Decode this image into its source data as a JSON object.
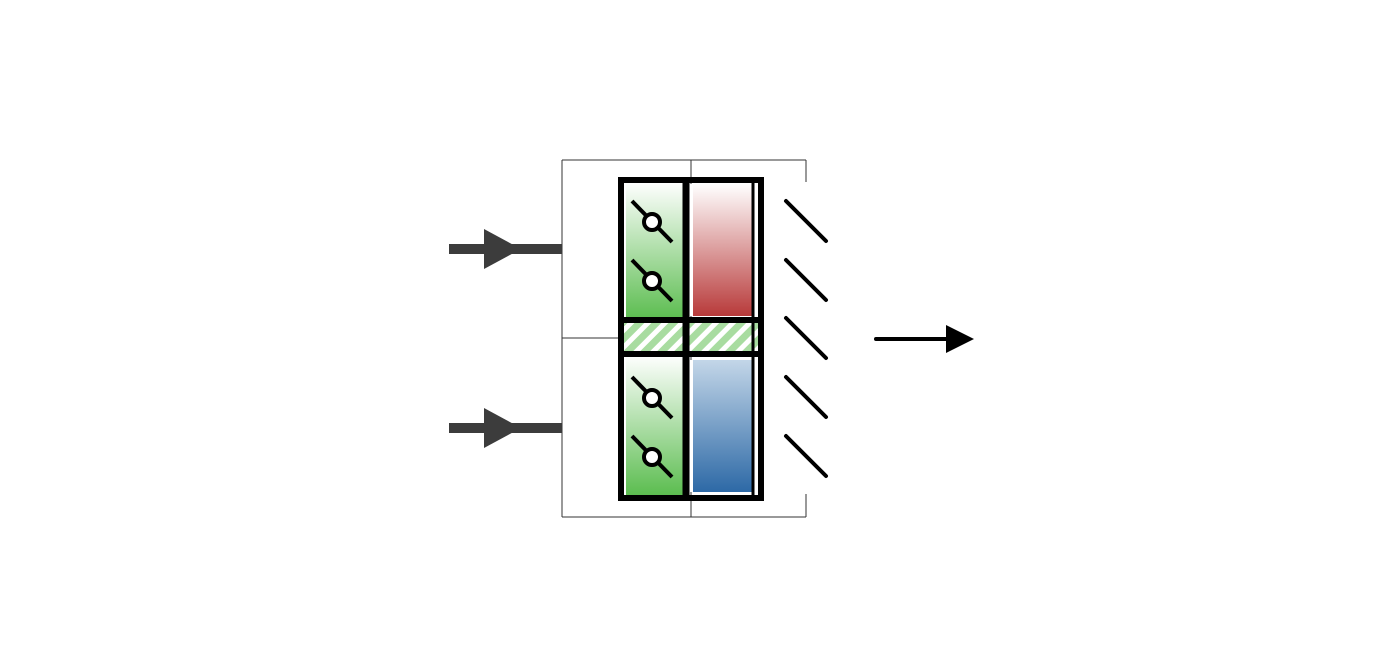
{
  "diagram": {
    "inputs": [
      {
        "id": "input-top",
        "icon": "arrow-right-icon"
      },
      {
        "id": "input-bottom",
        "icon": "arrow-right-icon"
      }
    ],
    "output": {
      "icon": "arrow-right-icon"
    },
    "colors": {
      "green_top": "#ffffff",
      "green_bottom": "#5cbd50",
      "red_top": "#ffffff",
      "red_bottom": "#b83a3a",
      "blue_top": "#c3d6e8",
      "blue_bottom": "#2d69a6",
      "hatch_fill": "#a8dca0",
      "frame": "#000000",
      "input_arrow": "#3c3c3c",
      "thin_line": "#333333"
    },
    "switch_icons": [
      "switch-icon",
      "switch-icon",
      "switch-icon",
      "switch-icon"
    ],
    "slash_marks": 5
  }
}
